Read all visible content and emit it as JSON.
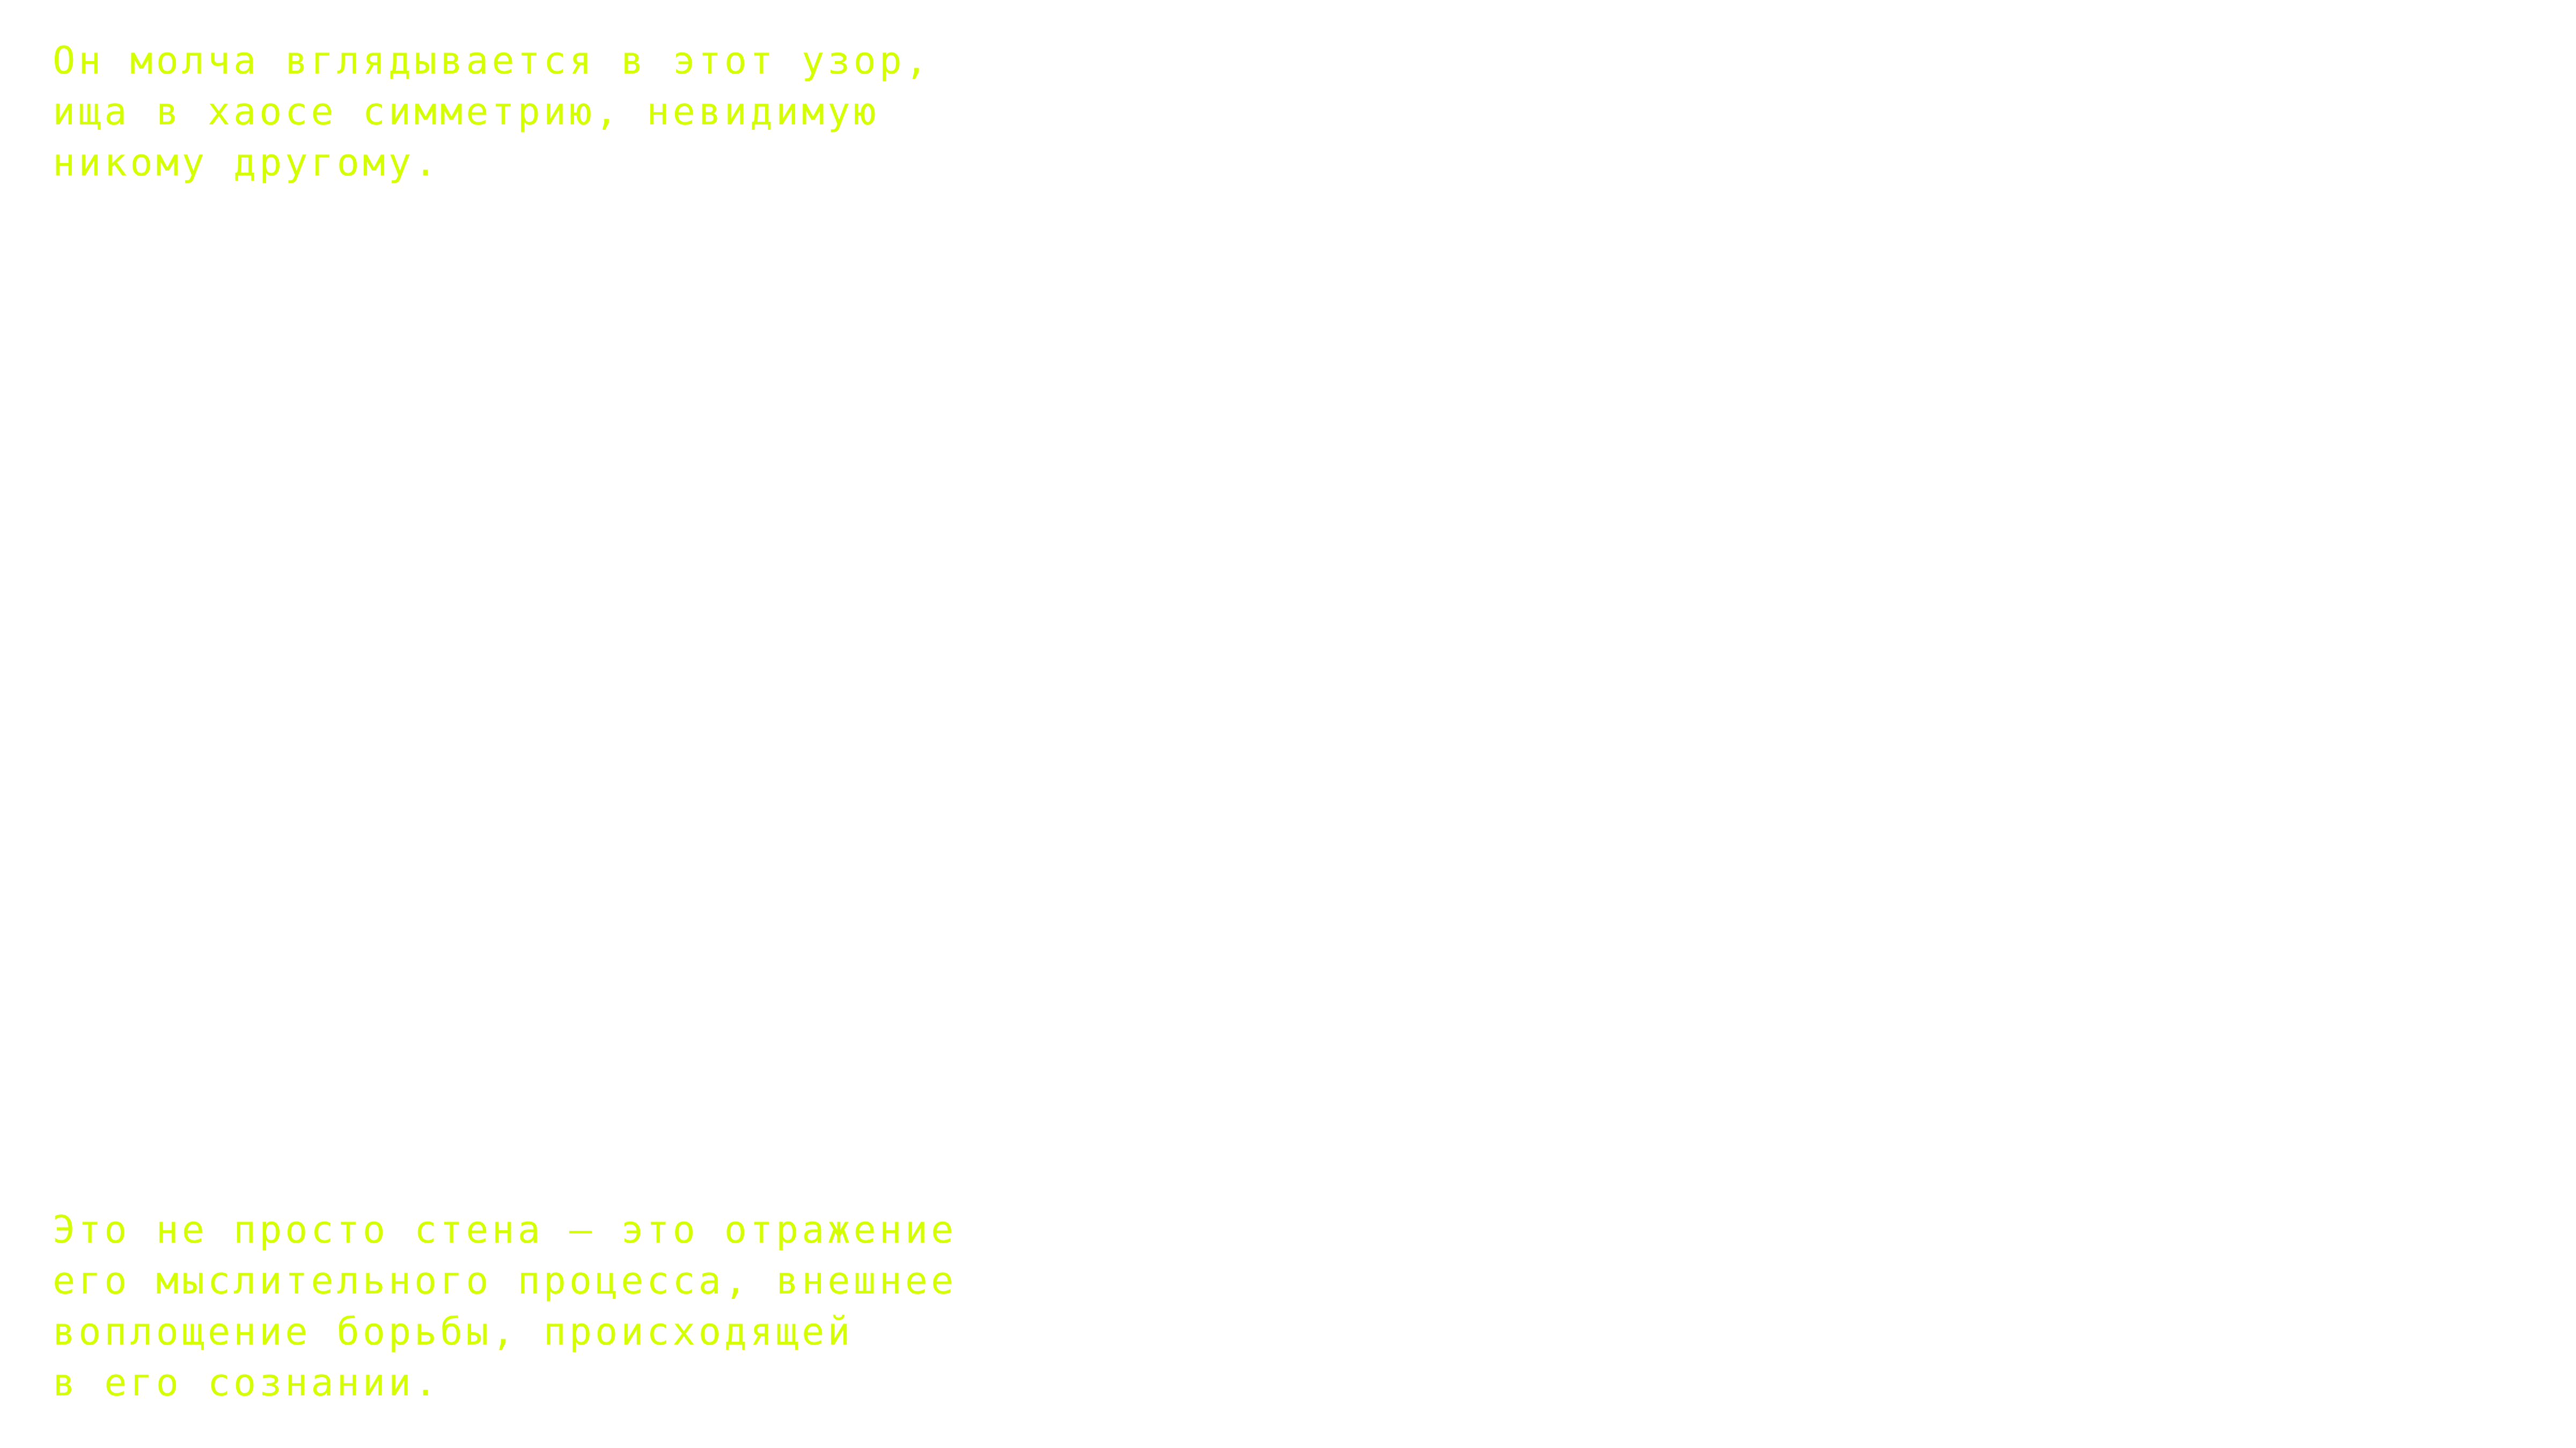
{
  "colors": {
    "text": "#d4ff00",
    "background": "#ffffff"
  },
  "top_caption": {
    "lines": [
      "Он молча вглядывается в этот узор,",
      "ища в хаосе симметрию, невидимую",
      "никому другому."
    ]
  },
  "bottom_caption": {
    "lines": [
      "Это не просто стена — это отражение",
      "его мыслительного процесса, внешнее",
      "воплощение борьбы, происходящей",
      "в его сознании."
    ]
  }
}
